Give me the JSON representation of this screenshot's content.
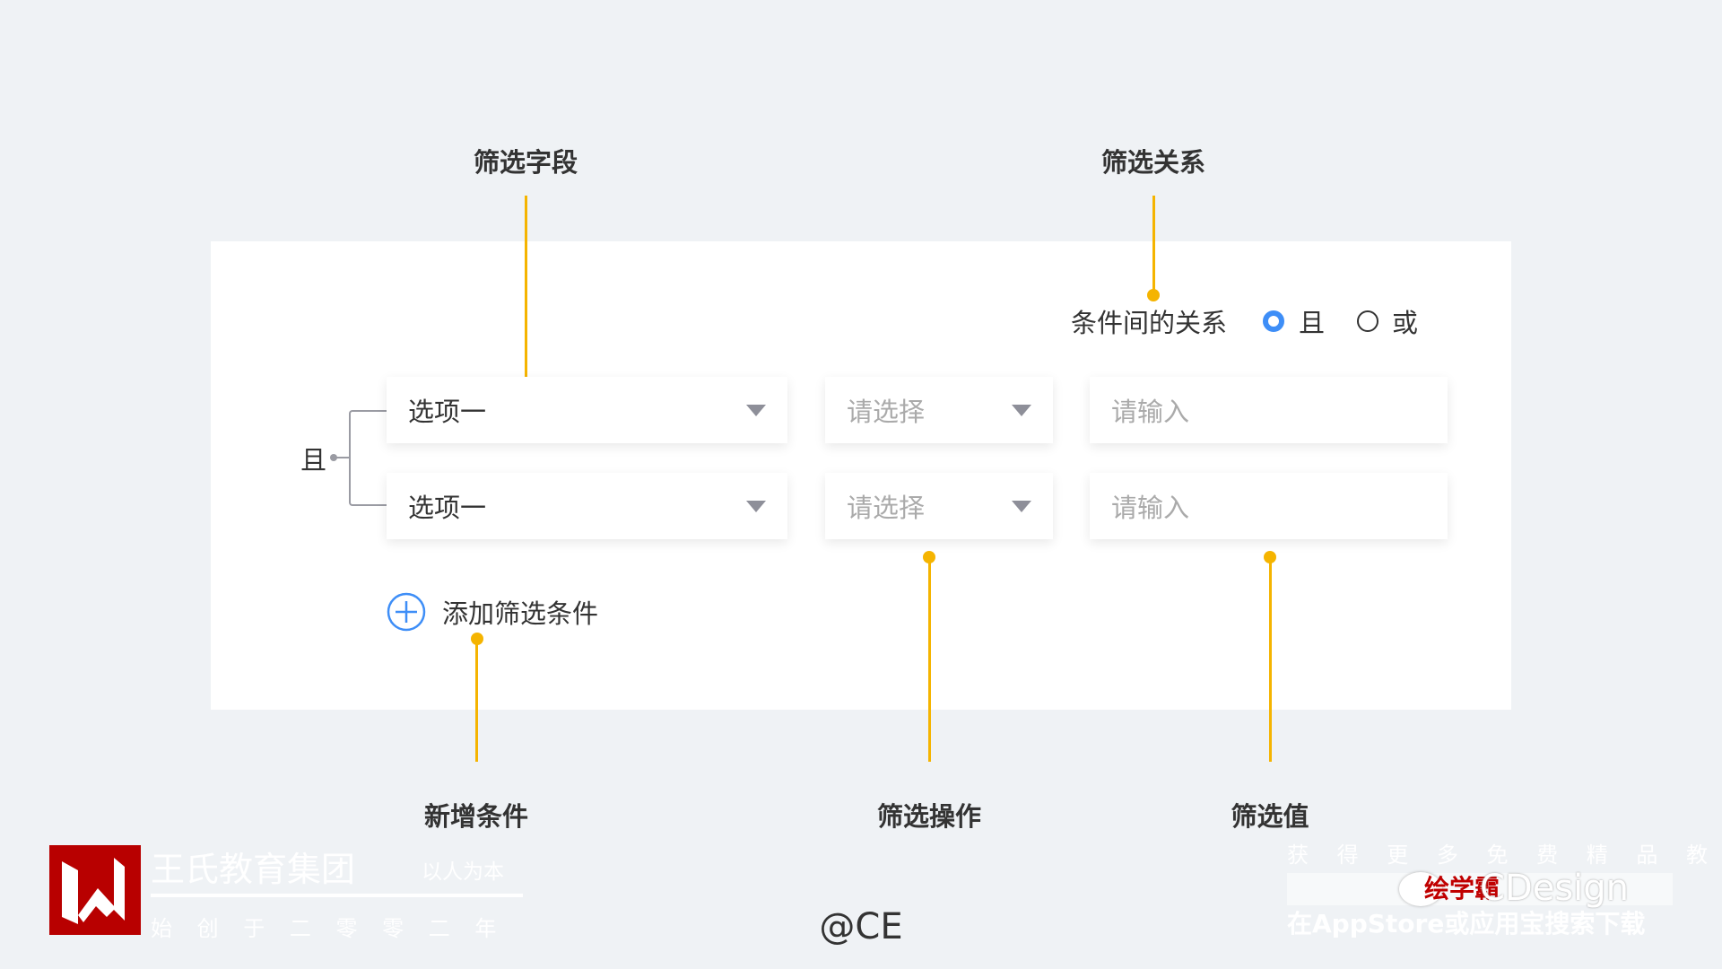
{
  "annotations": {
    "filter_field": "筛选字段",
    "filter_relation": "筛选关系",
    "add_condition": "新增条件",
    "filter_operation": "筛选操作",
    "filter_value": "筛选值"
  },
  "relation": {
    "label": "条件间的关系",
    "options": [
      {
        "label": "且",
        "selected": true
      },
      {
        "label": "或",
        "selected": false
      }
    ]
  },
  "group_logic": "且",
  "rows": [
    {
      "field": "选项一",
      "operator_placeholder": "请选择",
      "value_placeholder": "请输入"
    },
    {
      "field": "选项一",
      "operator_placeholder": "请选择",
      "value_placeholder": "请输入"
    }
  ],
  "add_button": "添加筛选条件",
  "credit": "@CE",
  "watermark": {
    "brand": "王氏教育集团",
    "slogan": "以人为本",
    "founded": "始 创 于 二 零 零 二 年",
    "promo_top": "获 得 更 多 免 费 精 品 教 程",
    "promo_brand": "绘学霸",
    "promo_design": "CDesign",
    "promo_bottom": "在AppStore或应用宝搜索下载"
  },
  "colors": {
    "accent": "#f5b400",
    "primary": "#3e8ef7",
    "logo_red": "#b80000"
  }
}
